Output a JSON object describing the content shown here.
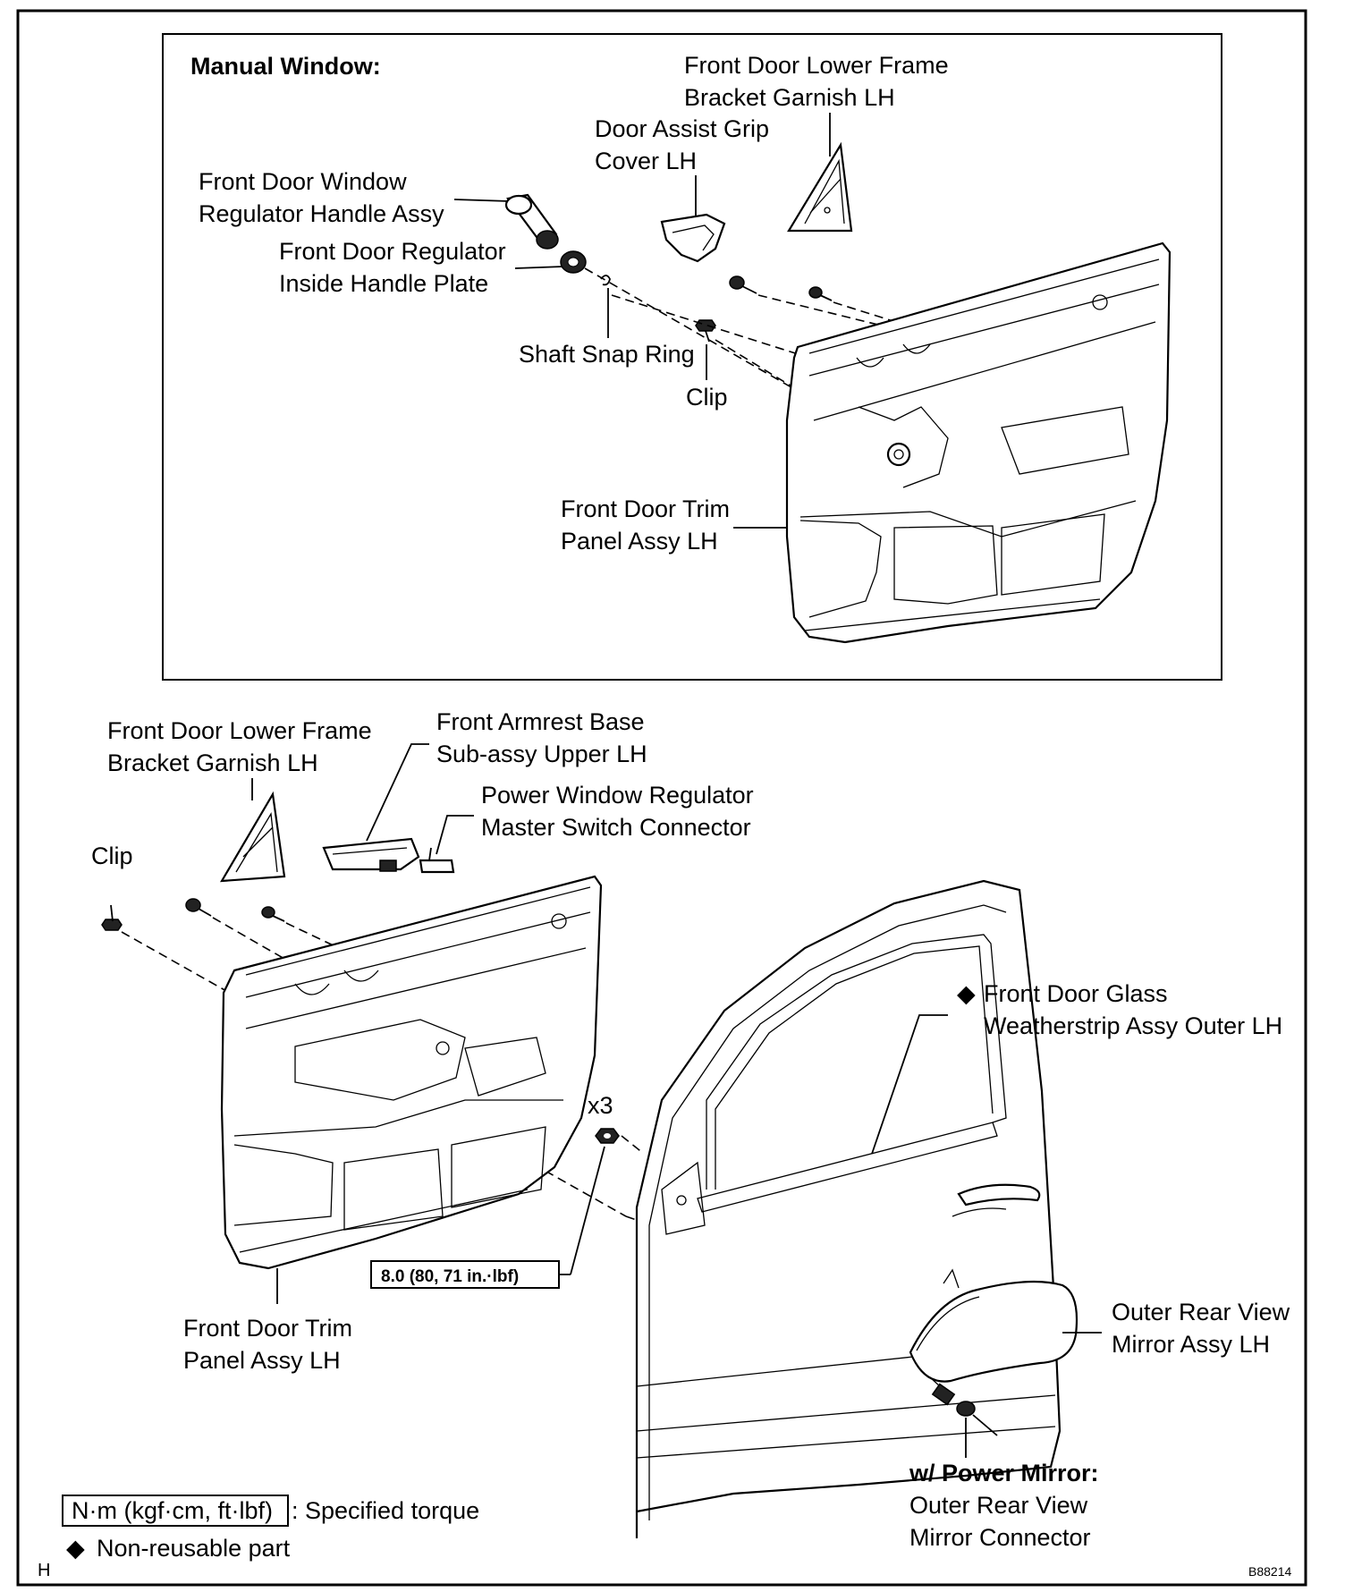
{
  "figure_id": "B88214",
  "corner_letter": "H",
  "top_panel": {
    "title": "Manual Window:",
    "labels": {
      "lower_frame_garnish": [
        "Front Door Lower Frame",
        "Bracket Garnish LH"
      ],
      "assist_grip_cover": [
        "Door Assist Grip",
        "Cover LH"
      ],
      "regulator_handle": [
        "Front Door Window",
        "Regulator Handle Assy"
      ],
      "handle_plate": [
        "Front Door Regulator",
        "Inside Handle Plate"
      ],
      "snap_ring": "Shaft Snap Ring",
      "clip": "Clip",
      "trim_panel": [
        "Front Door Trim",
        "Panel Assy LH"
      ]
    }
  },
  "bottom_panel": {
    "labels": {
      "lower_frame_garnish": [
        "Front Door Lower Frame",
        "Bracket Garnish LH"
      ],
      "armrest_base": [
        "Front Armrest Base",
        "Sub-assy Upper LH"
      ],
      "master_switch_connector": [
        "Power Window Regulator",
        "Master Switch Connector"
      ],
      "clip": "Clip",
      "glass_weatherstrip": [
        "Front Door Glass",
        "Weatherstrip Assy Outer LH"
      ],
      "nut_qty": "x3",
      "torque_value": "8.0 (80, 71 in.·lbf)",
      "trim_panel": [
        "Front Door Trim",
        "Panel Assy LH"
      ],
      "mirror_assy": [
        "Outer Rear View",
        "Mirror Assy LH"
      ],
      "power_mirror_title": "w/ Power Mirror:",
      "mirror_connector": [
        "Outer Rear View",
        "Mirror Connector"
      ]
    }
  },
  "legend": {
    "torque_box": "N·m (kgf·cm, ft·lbf)",
    "torque_text": ": Specified torque",
    "diamond_symbol": "◆",
    "nonreusable_text": "Non-reusable part"
  }
}
